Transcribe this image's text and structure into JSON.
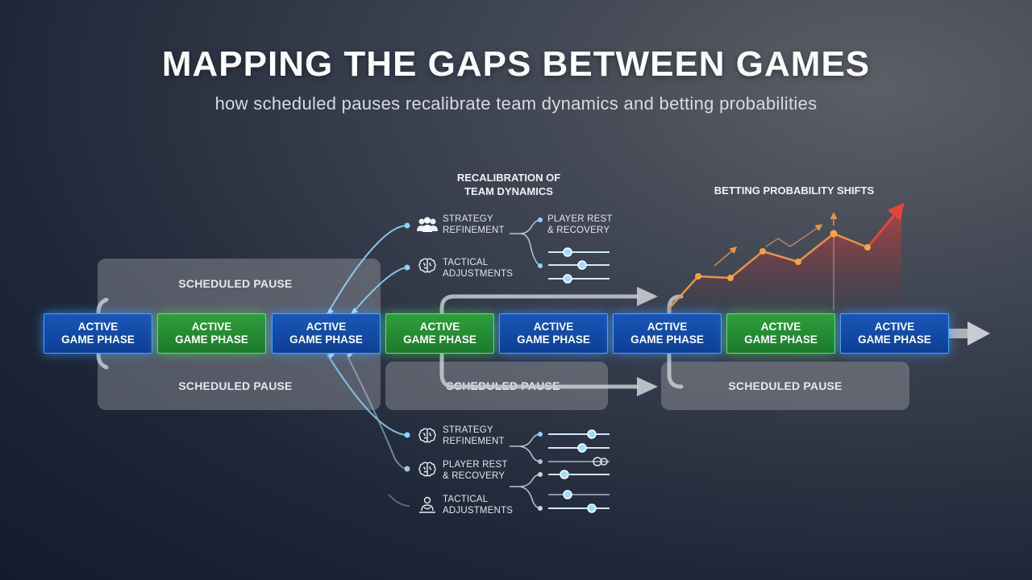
{
  "title": "MAPPING THE GAPS BETWEEN GAMES",
  "subtitle": "how scheduled pauses recalibrate team dynamics and betting probabilities",
  "phases": [
    {
      "label": "ACTIVE\nGAME PHASE",
      "color": "blue"
    },
    {
      "label": "ACTIVE\nGAME PHASE",
      "color": "green"
    },
    {
      "label": "ACTIVE\nGAME PHASE",
      "color": "blue"
    },
    {
      "label": "ACTIVE\nGAME PHASE",
      "color": "green"
    },
    {
      "label": "ACTIVE\nGAME PHASE",
      "color": "blue"
    },
    {
      "label": "ACTIVE\nGAME PHASE",
      "color": "blue"
    },
    {
      "label": "ACTIVE\nGAME PHASE",
      "color": "green"
    },
    {
      "label": "ACTIVE\nGAME PHASE",
      "color": "blue"
    }
  ],
  "pauses": {
    "top_left": "SCHEDULED PAUSE",
    "bottom_left": "SCHEDULED PAUSE",
    "bottom_middle": "SCHEDULED PAUSE",
    "bottom_right": "SCHEDULED PAUSE"
  },
  "recalibration": {
    "heading": "RECALIBRATION OF\nTEAM DYNAMICS",
    "top_items": [
      {
        "label": "STRATEGY\nREFINEMENT",
        "icon": "team-icon"
      },
      {
        "label": "TACTICAL\nADJUSTMENTS",
        "icon": "brain-icon"
      },
      {
        "label": "PLAYER REST\n& RECOVERY",
        "icon": "none"
      }
    ],
    "bottom_items": [
      {
        "label": "STRATEGY\nREFINEMENT",
        "icon": "brain-icon"
      },
      {
        "label": "PLAYER REST\n& RECOVERY",
        "icon": "brain-icon"
      },
      {
        "label": "TACTICAL\nADJUSTMENTS",
        "icon": "person-icon"
      }
    ]
  },
  "betting": {
    "heading": "BETTING PROBABILITY SHIFTS"
  },
  "colors": {
    "blue_phase": "#1a56b8",
    "green_phase": "#2f9e3c",
    "connector": "#8fd3ff",
    "betting_line": "#f0a24a",
    "betting_fill": "#c9403f"
  }
}
